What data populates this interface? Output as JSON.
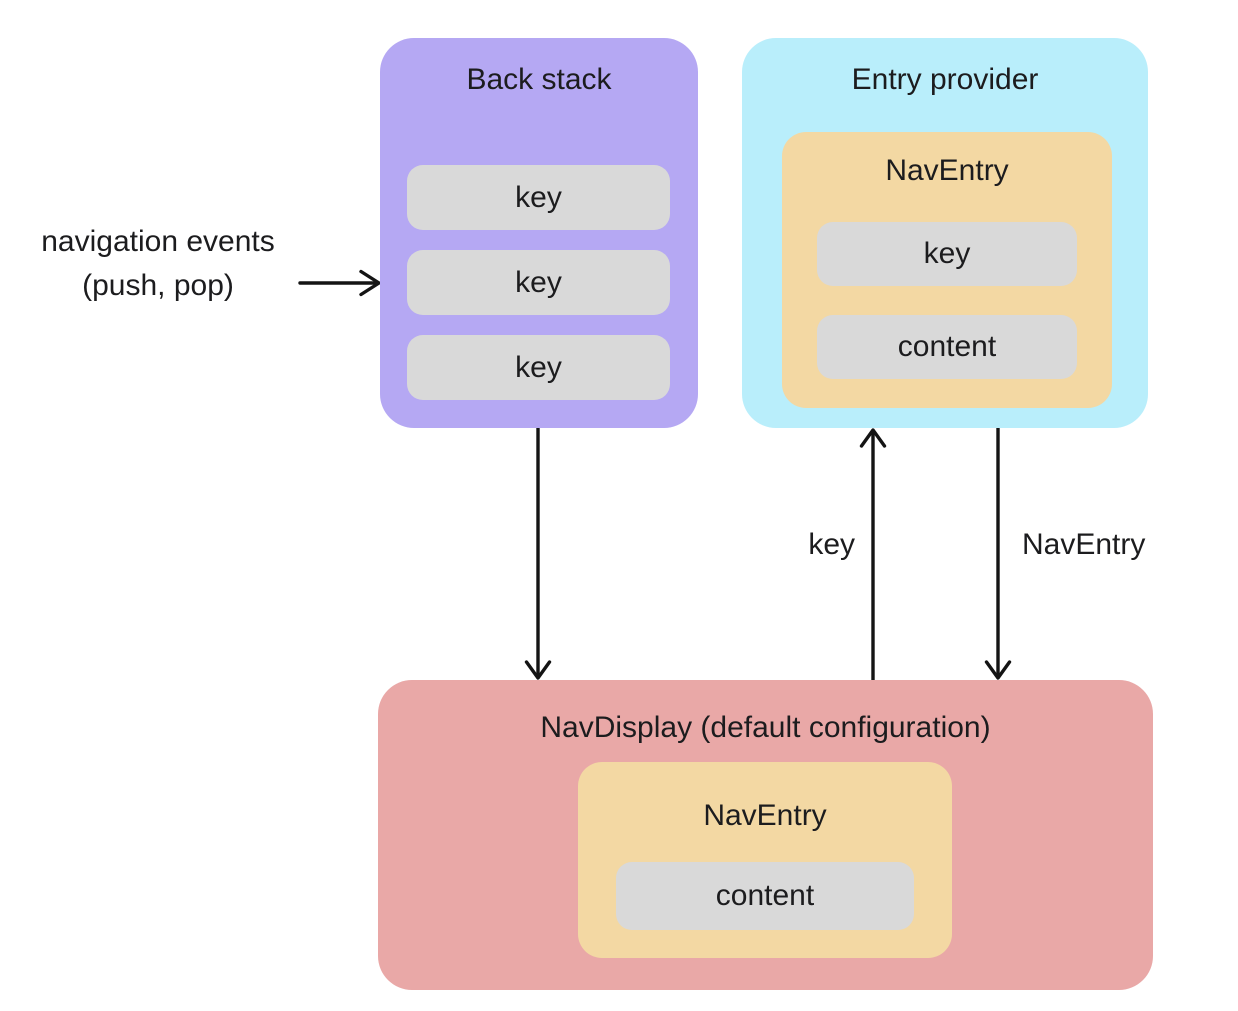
{
  "colors": {
    "back_stack_bg": "#b5a8f3",
    "entry_provider_bg": "#b9eefb",
    "nav_entry_bg": "#f3d8a3",
    "nav_display_bg": "#e9a8a7",
    "pill_bg": "#d9d9d9",
    "arrow_stroke": "#141414",
    "text": "#1c1c1e"
  },
  "back_stack": {
    "title": "Back stack",
    "keys": [
      "key",
      "key",
      "key"
    ]
  },
  "entry_provider": {
    "title": "Entry provider",
    "nav_entry": {
      "title": "NavEntry",
      "key": "key",
      "content": "content"
    }
  },
  "nav_display": {
    "title": "NavDisplay (default configuration)",
    "nav_entry": {
      "title": "NavEntry",
      "content": "content"
    }
  },
  "annotations": {
    "navigation_events_line1": "navigation events",
    "navigation_events_line2": "(push, pop)",
    "key_arrow_label": "key",
    "nav_entry_arrow_label": "NavEntry"
  }
}
